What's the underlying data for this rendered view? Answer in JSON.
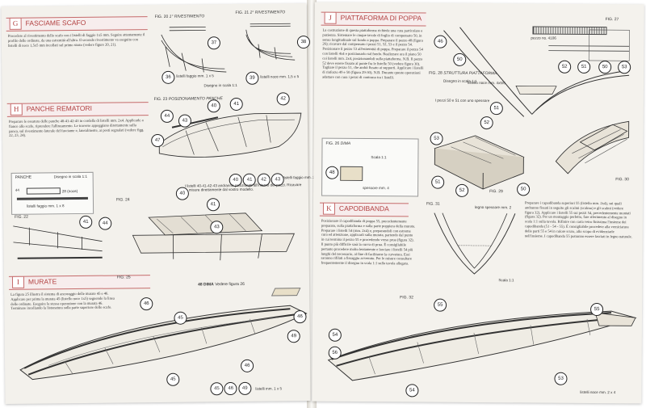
{
  "left_page": {
    "section_g": {
      "badge": "G",
      "title": "FASCIAME SCAFO"
    },
    "fig20": {
      "label": "FIG. 20",
      "sub": "1° RIVESTIMENTO"
    },
    "fig21": {
      "label": "FIG. 21",
      "sub": "2° RIVESTIMENTO"
    },
    "fig21_note1": "listelli noce mm. 1,5 x 5",
    "fig22_note": "listelli faggio mm. 1 x 5",
    "fig22_scale": "Disegno in scala 1:1",
    "fig23": {
      "label": "FIG. 23",
      "sub": "POSIZIONAMENTO PANCHE"
    },
    "section_h": {
      "badge": "H",
      "title": "PANCHE REMATORI"
    },
    "section_h_para": "Preparare le ossatura delle panche 40-41-42-43 in cordella di listelli mm. 2x4. Applicarle a fianco allo scafo, riprendere l'allineamento. Le traverse appoggiano direttamente sulla panca, sul rivestimento laterale del fasciame e, lateralmente, ai posti segnalati (vedere figg. 22, 23, 24).",
    "section_g_para": "Procedere al rivestimento dello scafo con i listelli di faggio 1x5 mm. Seguire attentamente il profilo delle ordinate, da una estremità all'altra. Il secondo rivestimento va eseguito con listelli di noce 1,5x5 mm incollati sul primo strato (vedere figure 20, 21).",
    "fig23_caption": "I listelli 40-41-42-43 andranno posizionati all'interno dei pezzi. Ricavare le misure direttamente dal vostro modello.",
    "fig23_note": "listelli faggio mm. 2 x 4",
    "fig24": {
      "label": "FIG. 24"
    },
    "panche_box": {
      "title": "PANCHE",
      "scale": "Disegno in scala 1:1",
      "n44": "44",
      "n28": "28 (noce)",
      "note": "listelli faggio mm. 1 x 8"
    },
    "fig22": {
      "label": "FIG. 22"
    },
    "fig25": {
      "label": "FIG. 25"
    },
    "section_i": {
      "badge": "I",
      "title": "MURATE"
    },
    "section_i_para": "La figura 25 illustra il sistema di ancoraggio delle murate 45 e 46. Applicare per prima la murata 45 (listello noce 1x5) seguendo la linea delle ordinate. Eseguire la stessa operazione con la murata 46. Terminare incollando la listonatura sulla parte superiore dello scafo.",
    "dima": {
      "label": "48  DIMA",
      "note": "Vedere figura 26"
    },
    "bottom_note": "listelli mm. 1 x 5",
    "circles": {
      "c36": "36",
      "c37": "37",
      "c38": "38",
      "c39": "39",
      "c40": "40",
      "c41": "41",
      "c42": "42",
      "c43": "43",
      "c44": "44",
      "c47": "47",
      "c45": "45",
      "c46": "46",
      "c46b": "46",
      "c46c": "46",
      "c49": "49",
      "c45b": "45"
    }
  },
  "right_page": {
    "section_j": {
      "badge": "J",
      "title": "PIATTAFORMA DI POPPA"
    },
    "section_j_para": "La costruzione di questa piattaforma richiede una cura particolare e pazienza. Sistemare le cinque tavole di foglio di compensato 50, in senso longitudinale sul fondo a poppa. Preparare il pezzo 48 (figura 26); ricavare dal compensato i pezzi 51, 52, 53 e il pezzo 54. Posizionare il pezzo 53 all'estremità di poppa. Preparare il pezzo 54 con listelli 4x4 e posizionarlo sul fondo. Realizzare ora il piano 50 coi listelli mm. 2x4, posizionandoli sulla piattaforma. N.B. Il pezzo 52 deve essere fissato al ponte fra le listelle 50 (vedere figura 30). Tagliare il pezzo 51, che andrà fissato ai supporti. Applicare i listelli di rinforzo 49 e 50 (figura 29-30). N.B. Durante queste operazioni adattare con cura i pezzi di contorno tra i listelli.",
    "fig27": {
      "label": "FIG. 27"
    },
    "fig28": {
      "label": "FIG. 28",
      "sub": "STRUTTURA PIATTAFORMA",
      "scale": "Disegno in scala 1:1"
    },
    "fig28_note": "listello noce mm. 4x5/6",
    "fig28_note2": "pezzo no. 4106",
    "fig28_note3": "I pezzi 50 e 51 con uno spessore",
    "fig26": {
      "label": "FIG. 26",
      "sub": "DIMA",
      "scale": "Scala 1:1",
      "note": "spessore mm. 4"
    },
    "fig29": {
      "label": "FIG. 29"
    },
    "fig30": {
      "label": "FIG. 30"
    },
    "section_k": {
      "badge": "K",
      "title": "CAPODIBANDA"
    },
    "section_k_para": "Posizionare il capodibanda di poppa 55, precedentemente preparato, sulla piattaforma e sulla parte poppiera della murata. Preparare i listelli 54 (mm. 2x4) e, preparandoli con estrema cura ed attenzione, applicarli sulla murata, partendo dal punto in cui termina il pezzo 55 e procedendo verso prua (figura 32). Il punto più difficile sarà la curva di prua. È consigliabile pertanto procedere molto lentamente e lasciare i listelli 54 più lunghi del necessario, al fine di facilitarne la curvatura. Essi saranno rifilati a fissaggio avvenuto. Per le misure consultare frequentemente il disegno in scala 1:1 sulla tavola allegata.",
    "section_k_para2": "Preparare i capodibanda superiori 55 (listello mm. 2x4), sui quali andranno fissati in seguito gli scalmi (scalmo) e gli scalmi (vedere figura 32). Applicare i listelli 55 sui pezzi 54, precedentemente montati (figura 32). Per un montaggio perfetto, fare riferimento al disegno in scala 1:1 sulla tavola. Rifinire con carta vetro finissima l'insieme dei capodibanda (51 - 54 - 55). È consigliabile procedere alla verniciatura delle parti 55 e 54 in colore scuro, allo scopo di evidenziarle nell'insieme. I capodibanda 55 potranno essere lasciati in legno naturale.",
    "fig31": {
      "label": "FIG. 31",
      "note": "legno spessore mm. 2",
      "scale": "Scala 1:1"
    },
    "fig32": {
      "label": "FIG. 32"
    },
    "bottom_note": "listelli noce mm. 2 x 4",
    "circles": {
      "c46": "46",
      "c50": "50",
      "c51": "51",
      "c52": "52",
      "c53": "53",
      "c50b": "50",
      "c51b": "51",
      "c52b": "52",
      "c53b": "53",
      "c50c": "50",
      "c51c": "51",
      "c52c": "52",
      "c48": "48",
      "c55": "55",
      "c55b": "55",
      "c54": "54",
      "c54b": "54",
      "c56": "56",
      "c53c": "53"
    }
  }
}
